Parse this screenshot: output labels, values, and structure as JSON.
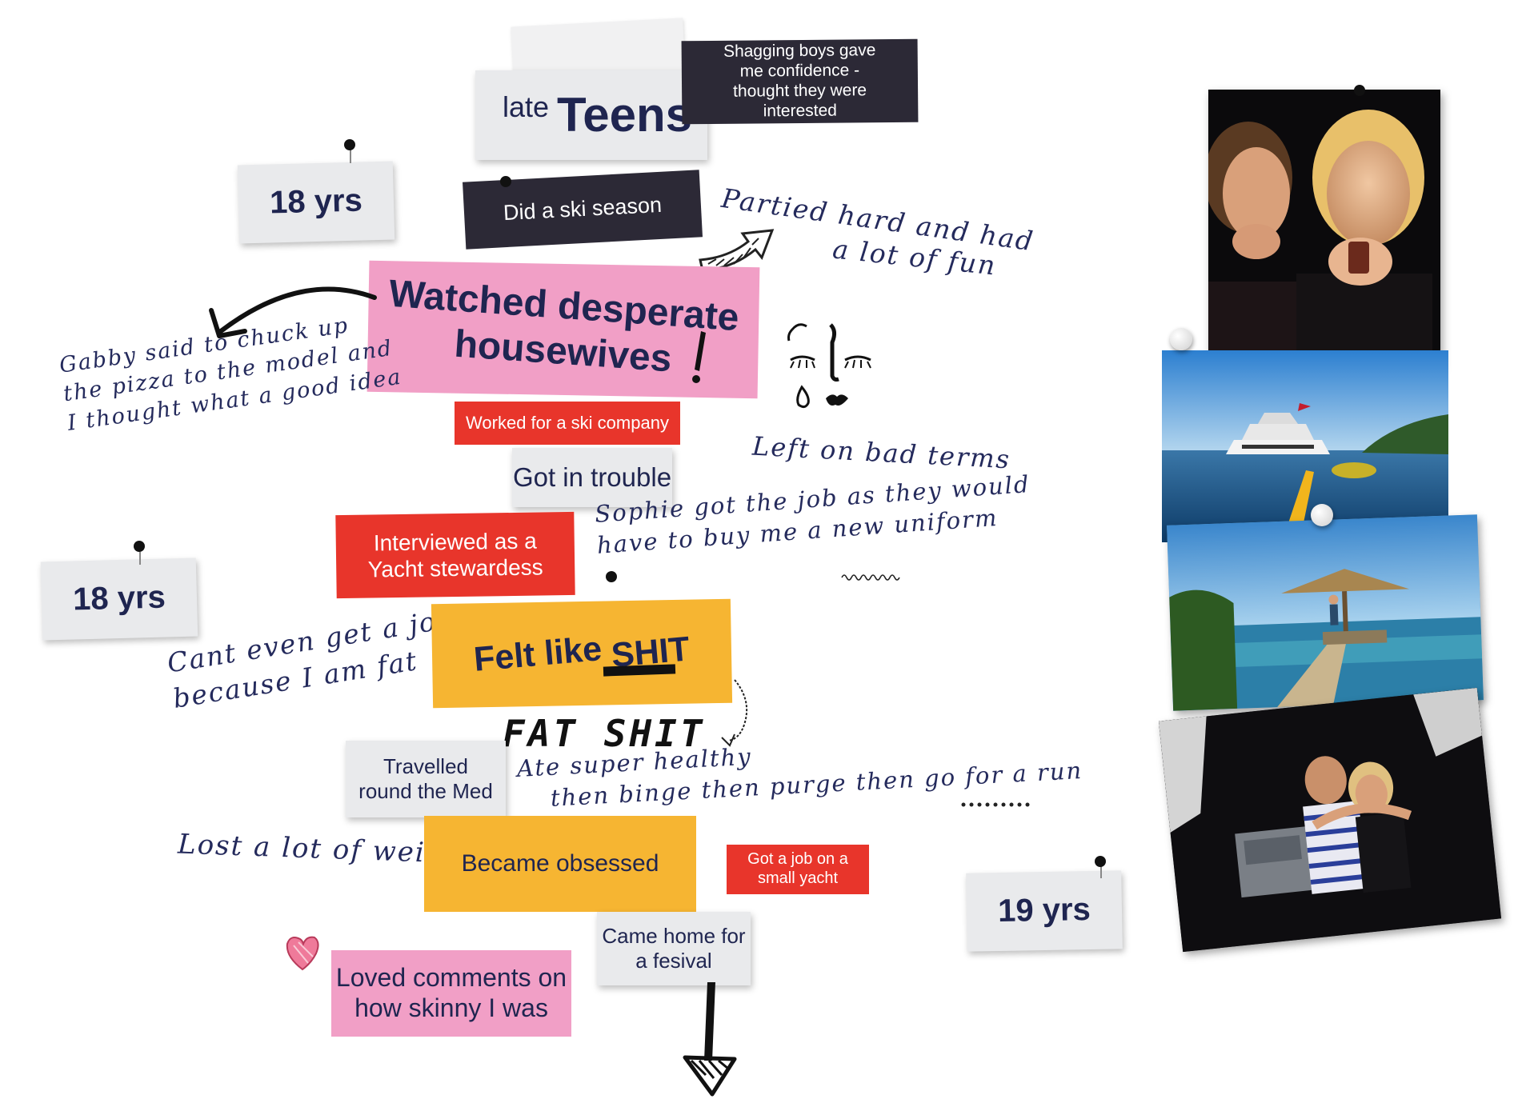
{
  "header": {
    "label_small": "late",
    "label_big": "Teens"
  },
  "ages": {
    "age1": "18 yrs",
    "age2": "18 yrs",
    "age3": "19 yrs"
  },
  "notes": {
    "shagging": "Shagging boys gave me confidence - thought they were interested",
    "ski_season": "Did a ski season",
    "desperate_line1": "Watched desperate",
    "desperate_line2": "housewives",
    "ski_company": "Worked for a ski company",
    "trouble": "Got in trouble",
    "interviewed_line1": "Interviewed as a",
    "interviewed_line2": "Yacht stewardess",
    "felt_like": "Felt like",
    "shit": "SHIT",
    "travelled_line1": "Travelled",
    "travelled_line2": "round the Med",
    "obsessed": "Became obsessed",
    "small_yacht_line1": "Got a job on a",
    "small_yacht_line2": "small yacht",
    "festival_line1": "Came home for",
    "festival_line2": "a fesival",
    "skinny_line1": "Loved comments on",
    "skinny_line2": "how skinny I was"
  },
  "handwriting": {
    "partied_line1": "Partied hard and had",
    "partied_line2": "a lot of fun",
    "gabby_line1": "Gabby said to chuck up",
    "gabby_line2": "the pizza to the model and",
    "gabby_line3": "I thought what a good idea",
    "left_terms": "Left on bad terms",
    "sophie_line1": "Sophie got the job as they would",
    "sophie_line2": "have to buy me a new uniform",
    "cant_line1": "Cant even get a job",
    "cant_line2": "because I am fat",
    "fat_shit": "FAT SHIT",
    "ate_line1": "Ate super healthy",
    "ate_line2": "then binge then purge then go for a run",
    "lost_weight": "Lost a lot of weight"
  },
  "colors": {
    "navy": "#1f2550",
    "pink": "#f19fc6",
    "red": "#e8352b",
    "yellow": "#f6b532",
    "dark": "#2c2936",
    "grey_paper": "#e9eaec"
  },
  "icons": {
    "arrow_right": "hatched-arrow-icon",
    "arrow_left": "curved-arrow-icon",
    "arrow_down": "down-arrow-icon",
    "face": "crying-face-icon",
    "heart": "heart-icon",
    "exclamation": "exclamation-icon"
  }
}
